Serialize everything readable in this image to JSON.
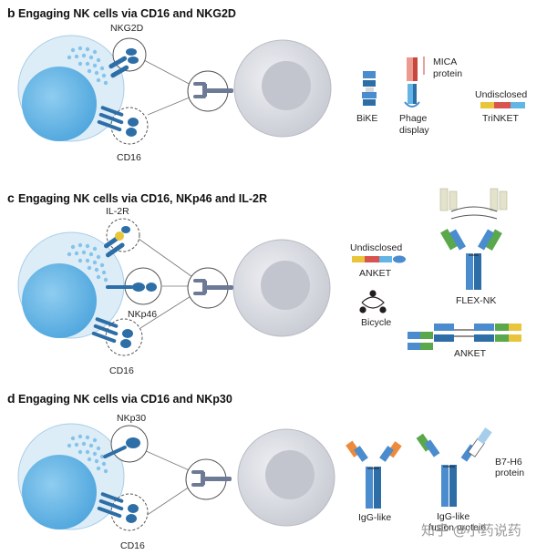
{
  "panels": [
    {
      "letter": "b",
      "title": "Engaging NK cells via CD16 and NKG2D",
      "receptors": [
        "NKG2D",
        "CD16"
      ],
      "labels": [
        "BiKE",
        "MICA",
        "protein",
        "Phage",
        "display",
        "Undisclosed",
        "TriNKET"
      ]
    },
    {
      "letter": "c",
      "title": "Engaging NK cells via CD16, NKp46 and IL-2R",
      "receptors": [
        "IL-2R",
        "NKp46",
        "CD16"
      ],
      "labels": [
        "Undisclosed",
        "ANKET",
        "Bicycle",
        "FLEX-NK",
        "ANKET"
      ]
    },
    {
      "letter": "d",
      "title": "Engaging NK cells via CD16 and NKp30",
      "receptors": [
        "NKp30",
        "CD16"
      ],
      "labels": [
        "IgG-like",
        "IgG-like",
        "fusion protein",
        "B7-H6",
        "protein"
      ]
    }
  ],
  "watermark": "知乎 @小药说药",
  "colors": {
    "nk_cell": "#dcedf8",
    "nk_nucleus": "#62b5e5",
    "target_cell": "#dcdde3",
    "receptor": "#2e6ea6",
    "antibody_blue": "#4a8ccd",
    "green": "#5aa84b",
    "orange": "#ee8a3c",
    "beige": "#e3e2ca",
    "yellow": "#e8c53a",
    "red": "#d9534f"
  }
}
